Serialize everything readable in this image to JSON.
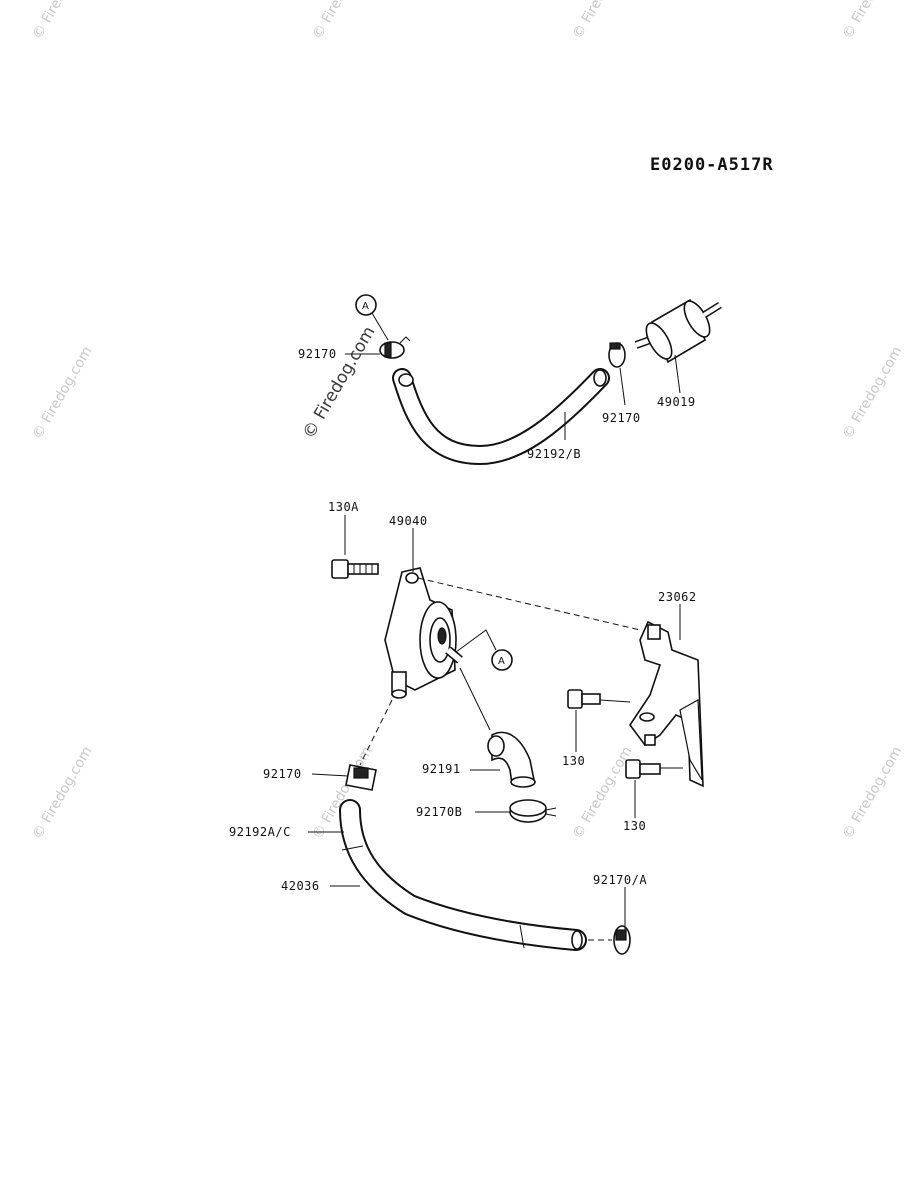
{
  "diagram_code": "E0200-A517R",
  "watermark": "© Firedog.com",
  "ref_marker": "A",
  "labels": {
    "l92170_top_left": "92170",
    "l92170_top_mid": "92170",
    "l49019": "49019",
    "l92192b": "92192/B",
    "l130a": "130A",
    "l49040": "49040",
    "l23062": "23062",
    "l130_upper": "130",
    "l130_lower": "130",
    "l92170_mid": "92170",
    "l92191": "92191",
    "l92170b": "92170B",
    "l92192ac": "92192A/C",
    "l42036": "42036",
    "l92170a": "92170/A"
  }
}
